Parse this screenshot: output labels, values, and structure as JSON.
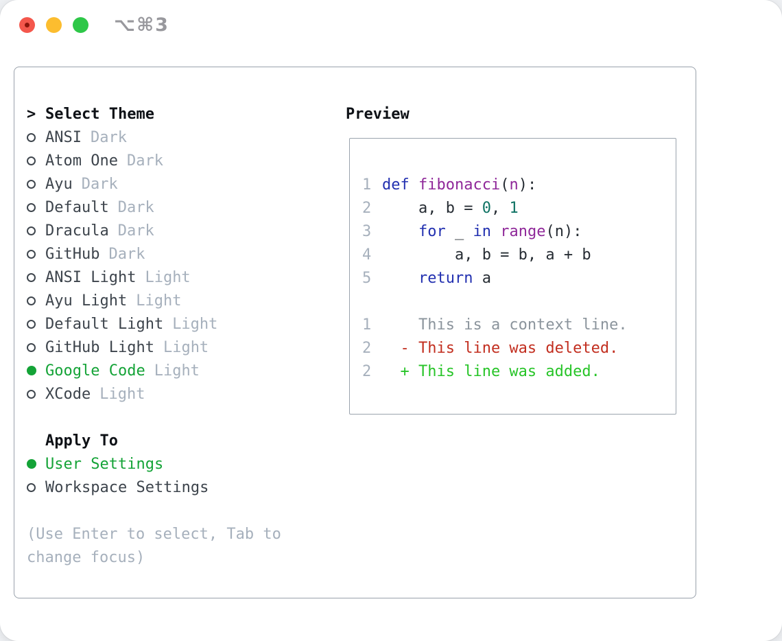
{
  "window": {
    "shortcut_label": "⌥⌘3"
  },
  "titlebar": {
    "buttons": [
      "close",
      "minimize",
      "zoom"
    ]
  },
  "theme_panel": {
    "header_caret": ">",
    "header_label": "Select Theme",
    "themes": [
      {
        "name": "ANSI",
        "variant": "Dark",
        "selected": false
      },
      {
        "name": "Atom One",
        "variant": "Dark",
        "selected": false
      },
      {
        "name": "Ayu",
        "variant": "Dark",
        "selected": false
      },
      {
        "name": "Default",
        "variant": "Dark",
        "selected": false
      },
      {
        "name": "Dracula",
        "variant": "Dark",
        "selected": false
      },
      {
        "name": "GitHub",
        "variant": "Dark",
        "selected": false
      },
      {
        "name": "ANSI Light",
        "variant": "Light",
        "selected": false
      },
      {
        "name": "Ayu Light",
        "variant": "Light",
        "selected": false
      },
      {
        "name": "Default Light",
        "variant": "Light",
        "selected": false
      },
      {
        "name": "GitHub Light",
        "variant": "Light",
        "selected": false
      },
      {
        "name": "Google Code",
        "variant": "Light",
        "selected": true
      },
      {
        "name": "XCode",
        "variant": "Light",
        "selected": false
      }
    ],
    "apply_to_label": "Apply To",
    "apply_options": [
      {
        "name": "User Settings",
        "selected": true
      },
      {
        "name": "Workspace Settings",
        "selected": false
      }
    ],
    "hint_lines": [
      "(Use Enter to select, Tab to",
      "change focus)"
    ]
  },
  "preview": {
    "label": "Preview",
    "code_lines": [
      {
        "num": "1",
        "segments": [
          {
            "t": "def",
            "c": "kw"
          },
          {
            "t": " "
          },
          {
            "t": "fibonacci",
            "c": "fn"
          },
          {
            "t": "("
          },
          {
            "t": "n",
            "c": "fn"
          },
          {
            "t": "):"
          }
        ]
      },
      {
        "num": "2",
        "segments": [
          {
            "t": "    a, b = "
          },
          {
            "t": "0",
            "c": "num"
          },
          {
            "t": ", "
          },
          {
            "t": "1",
            "c": "num"
          }
        ]
      },
      {
        "num": "3",
        "segments": [
          {
            "t": "    "
          },
          {
            "t": "for",
            "c": "kw"
          },
          {
            "t": " _ "
          },
          {
            "t": "in",
            "c": "kw"
          },
          {
            "t": " "
          },
          {
            "t": "range",
            "c": "fn"
          },
          {
            "t": "(n):"
          }
        ]
      },
      {
        "num": "4",
        "segments": [
          {
            "t": "        a, b = b, a + b"
          }
        ]
      },
      {
        "num": "5",
        "segments": [
          {
            "t": "    "
          },
          {
            "t": "return",
            "c": "kw"
          },
          {
            "t": " a"
          }
        ]
      }
    ],
    "diff_lines": [
      {
        "num": "1",
        "kind": "context",
        "text": "    This is a context line."
      },
      {
        "num": "2",
        "kind": "deleted",
        "text": "  - This line was deleted."
      },
      {
        "num": "2",
        "kind": "added",
        "text": "  + This line was added."
      }
    ]
  },
  "colors": {
    "sel": "#14a337",
    "muted": "#a6b0bc",
    "kw": "#2230b0",
    "fn": "#8f2899",
    "num": "#0e7263",
    "ctx": "#8b949c",
    "del": "#c22e1f",
    "add": "#27c428"
  }
}
